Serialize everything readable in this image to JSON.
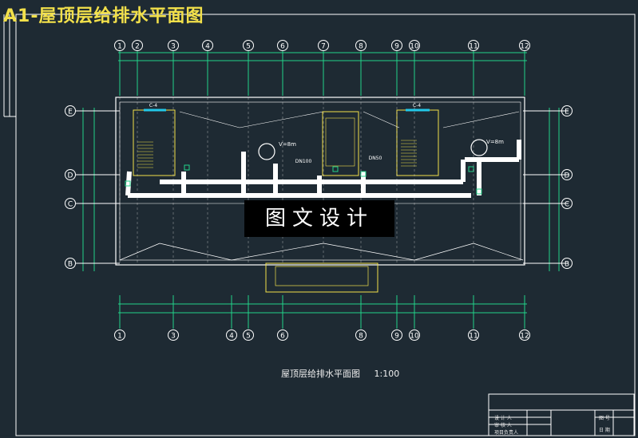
{
  "title": "A1-屋顶层给排水平面图",
  "watermark": "图文设计",
  "caption": {
    "name": "屋顶层给排水平面图",
    "scale": "1:100"
  },
  "axes_top": [
    "1",
    "2",
    "3",
    "4",
    "5",
    "6",
    "7",
    "8",
    "9",
    "10",
    "11",
    "12"
  ],
  "axes_bottom": [
    "1",
    "3",
    "4",
    "5",
    "6",
    "8",
    "9",
    "10",
    "11",
    "12"
  ],
  "axes_rows": [
    "E",
    "D",
    "C",
    "B"
  ],
  "labels": {
    "room_left": "C-4",
    "room_right": "C-4",
    "tank_left": "V=8m",
    "tank_right": "V=8m",
    "pipe_main": "DN100",
    "pipe_branch": "DN50"
  },
  "title_block": [
    "设 计 人",
    "审 核 人",
    "项目负责人",
    "图 号",
    "日 期"
  ],
  "colors": {
    "background": "#1e2a33",
    "frame": "#ffffff",
    "axis": "#ffffff",
    "dimension": "#22d38a",
    "wall": "#ffffff",
    "pipe": "#ffffff",
    "stair": "#f2e04a",
    "accent": "#22c8e8",
    "text_yellow": "#f2e04a"
  }
}
